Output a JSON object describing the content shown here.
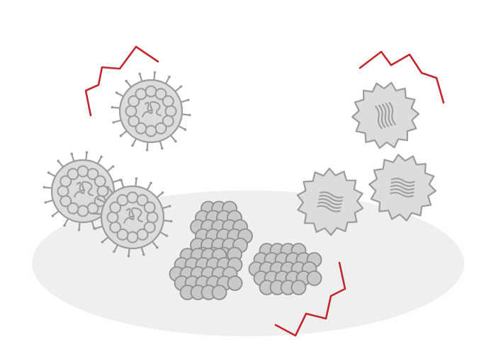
{
  "illustration": {
    "background": "#ffffff",
    "floor_color": "#efefef",
    "particle_fill": "#dcdcdc",
    "particle_stroke": "#9b9b9b",
    "cluster_fill": "#c9c9c9",
    "cluster_stroke": "#8e8e8e",
    "accent": "#c1272d",
    "elements": [
      {
        "type": "spiky-particle-coil",
        "label": ""
      },
      {
        "type": "spiky-particle-coil",
        "label": ""
      },
      {
        "type": "spiky-particle-coil",
        "label": ""
      },
      {
        "type": "dense-aggregate",
        "label": ""
      },
      {
        "type": "dense-aggregate",
        "label": ""
      },
      {
        "type": "dense-aggregate",
        "label": ""
      },
      {
        "type": "spiky-particle-fibrils",
        "label": ""
      },
      {
        "type": "spiky-particle-fibrils",
        "label": ""
      },
      {
        "type": "spiky-particle-fibrils",
        "label": ""
      }
    ],
    "accent_marks": [
      "top-left",
      "top-right",
      "bottom-center"
    ]
  }
}
